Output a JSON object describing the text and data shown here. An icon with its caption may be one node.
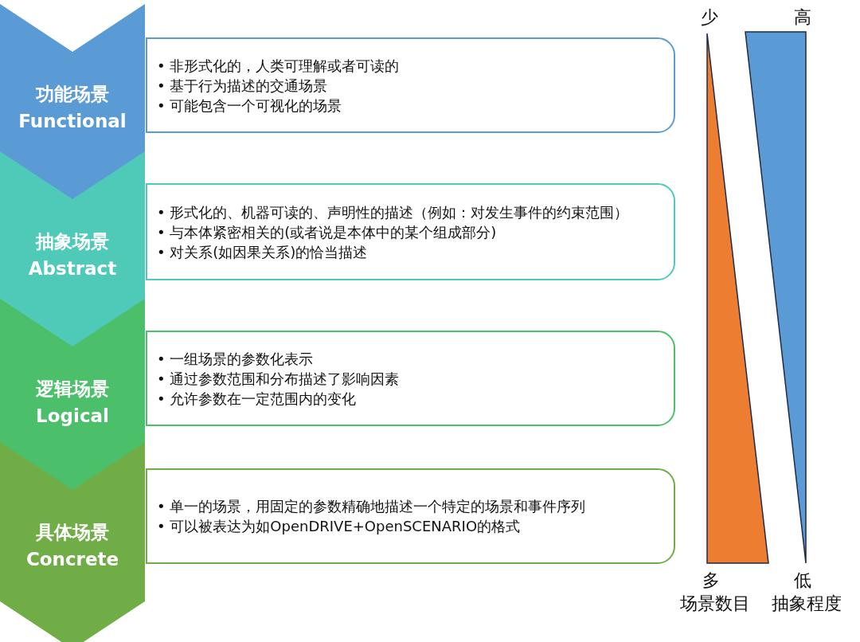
{
  "diagram": {
    "nodes": [
      {
        "text": [
          "功能场景",
          "Functional"
        ]
      },
      {
        "text": [
          "抽象场景",
          "Abstract"
        ]
      },
      {
        "text": [
          "逻辑场景",
          "Logical"
        ]
      },
      {
        "text": [
          "具体场景",
          "Concrete"
        ]
      },
      {
        "text": [
          "• 非形式化的，人类可理解或者可读的",
          "• 基于行为描述的交通场景",
          "• 可能包含一个可视化的场景"
        ]
      },
      {
        "text": [
          "• 形式化的、机器可读的、声明性的描述（例如：对发生事件的约束范围）",
          "• 与本体紧密相关的(或者说是本体中的某个组成部分)",
          "• 对关系(如因果关系)的恰当描述"
        ]
      },
      {
        "text": [
          "• 一组场景的参数化表示",
          "• 通过参数范围和分布描述了影响因素",
          "• 允许参数在一定范围内的变化"
        ]
      },
      {
        "text": [
          "• 单一的场景，用固定的参数精确地描述一个特定的场景和事件序列",
          "• 可以被表达为如OpenDRIVE+OpenSCENARIO的格式"
        ]
      }
    ],
    "edges": [],
    "labels": [
      "少",
      "高",
      "多",
      "低",
      "场景数目",
      "抽象程度"
    ]
  }
}
